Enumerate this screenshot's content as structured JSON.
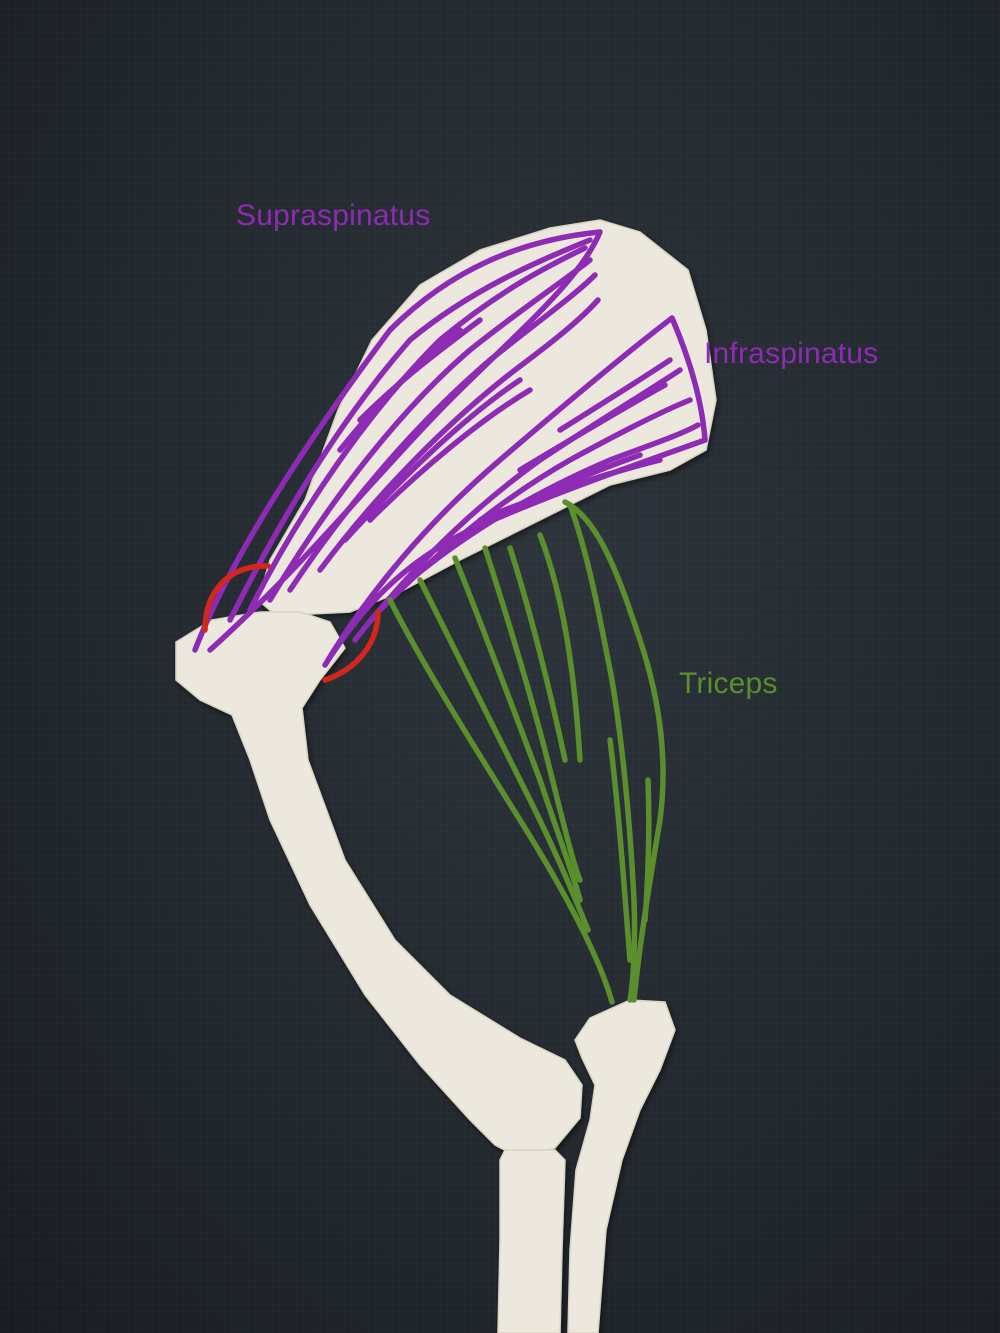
{
  "labels": {
    "supraspinatus": "Supraspinatus",
    "infraspinatus": "Infraspinatus",
    "triceps": "Triceps"
  },
  "colors": {
    "background": "#22282e",
    "bone": "#ece8de",
    "supraspinatus": "#8e2bb5",
    "infraspinatus": "#8e2bb5",
    "triceps": "#5b8f2e",
    "tendon": "#d0281c"
  },
  "icons": {
    "scapula": "scapula-icon",
    "humerus": "humerus-icon",
    "forearm": "forearm-icon"
  }
}
